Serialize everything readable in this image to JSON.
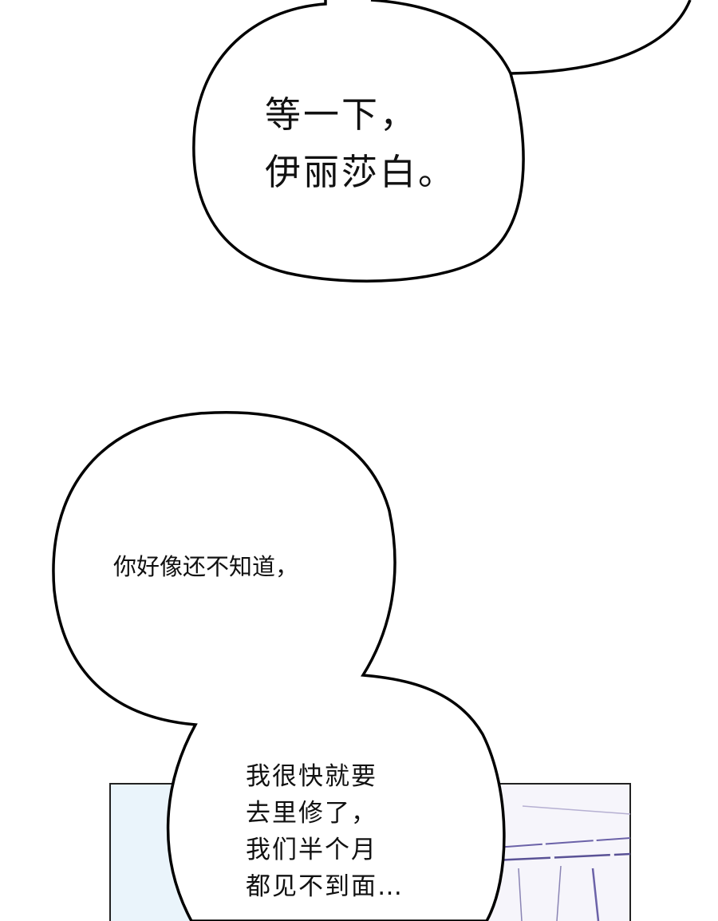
{
  "page": {
    "background": "#ffffff",
    "outline_color": "#000000"
  },
  "bubble_1": {
    "lines": [
      "等一下，",
      "伊丽莎白。"
    ]
  },
  "bubble_2": {
    "lines": [
      "你好像还不知道，"
    ]
  },
  "bubble_3": {
    "lines": [
      "我很快就要",
      "去里修了，",
      "我们半个月",
      "都见不到面…"
    ]
  },
  "panel": {
    "left_tint": "#eaf4fb",
    "right_tint": "#f4f2fa",
    "stroke_accent": "#6b62a8"
  }
}
